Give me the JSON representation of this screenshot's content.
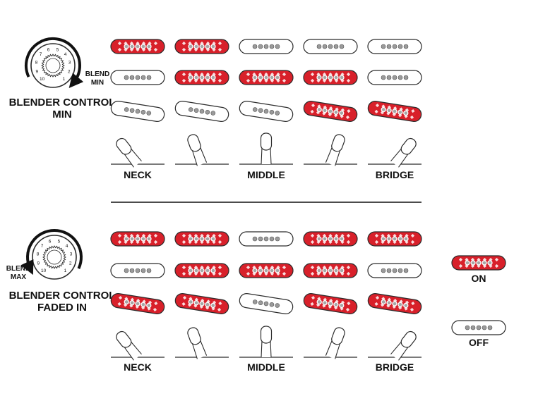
{
  "colors": {
    "on": "#d8202a",
    "off": "#ffffff",
    "stroke": "#2b2b2b",
    "pole_on": "#a6a6a6",
    "pole_off": "#9a9a9a"
  },
  "position_labels": [
    "NECK",
    "",
    "MIDDLE",
    "",
    "BRIDGE"
  ],
  "sections": [
    {
      "title_line1": "BLENDER CONTROL",
      "title_line2": "MIN",
      "blend_line1": "BLEND",
      "blend_line2": "MIN",
      "knob_icon": "knob-icon",
      "switch_positions": [
        1,
        2,
        3,
        4,
        5
      ],
      "pickups_on": [
        [
          true,
          true,
          false,
          false,
          false
        ],
        [
          false,
          true,
          true,
          true,
          false
        ],
        [
          false,
          false,
          false,
          true,
          true
        ]
      ]
    },
    {
      "title_line1": "BLENDER CONTROL",
      "title_line2": "FADED IN",
      "blend_line1": "BLEND",
      "blend_line2": "MAX",
      "knob_icon": "knob-icon",
      "switch_positions": [
        1,
        2,
        3,
        4,
        5
      ],
      "pickups_on": [
        [
          true,
          true,
          false,
          true,
          true
        ],
        [
          false,
          true,
          true,
          true,
          false
        ],
        [
          true,
          true,
          false,
          true,
          true
        ]
      ]
    }
  ],
  "knob_numbers": [
    "10",
    "9",
    "8",
    "7",
    "6",
    "5",
    "4",
    "3",
    "2",
    "1"
  ],
  "legend": {
    "on_label": "ON",
    "off_label": "OFF"
  }
}
